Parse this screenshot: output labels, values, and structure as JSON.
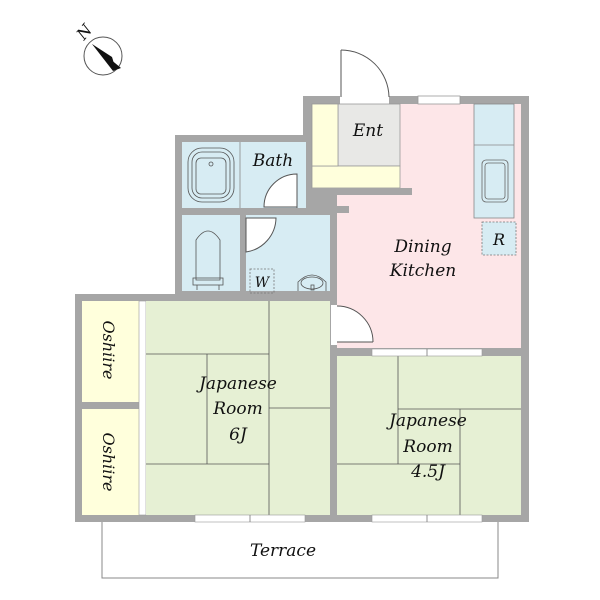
{
  "compass": {
    "label": "N",
    "icon": "north-arrow-icon"
  },
  "rooms": {
    "entrance": {
      "label": "Ent"
    },
    "bath": {
      "label": "Bath"
    },
    "washroom": {
      "label": "W"
    },
    "dining_kitchen": {
      "line1": "Dining",
      "line2": "Kitchen"
    },
    "refrigerator": {
      "label": "R"
    },
    "japanese_room_6": {
      "line1": "Japanese",
      "line2": "Room",
      "line3": "6J"
    },
    "japanese_room_45": {
      "line1": "Japanese",
      "line2": "Room",
      "line3": "4.5J"
    },
    "oshiire_1": {
      "label": "Oshiire"
    },
    "oshiire_2": {
      "label": "Oshiire"
    },
    "terrace": {
      "label": "Terrace"
    }
  },
  "colors": {
    "wall": "#a6a6a6",
    "tatami": "#e6f0d4",
    "wet_area": "#d7ecf3",
    "kitchen": "#fde6e8",
    "entrance_floor": "#e8e8e6",
    "storage": "#ffffdc",
    "line": "#555555"
  }
}
